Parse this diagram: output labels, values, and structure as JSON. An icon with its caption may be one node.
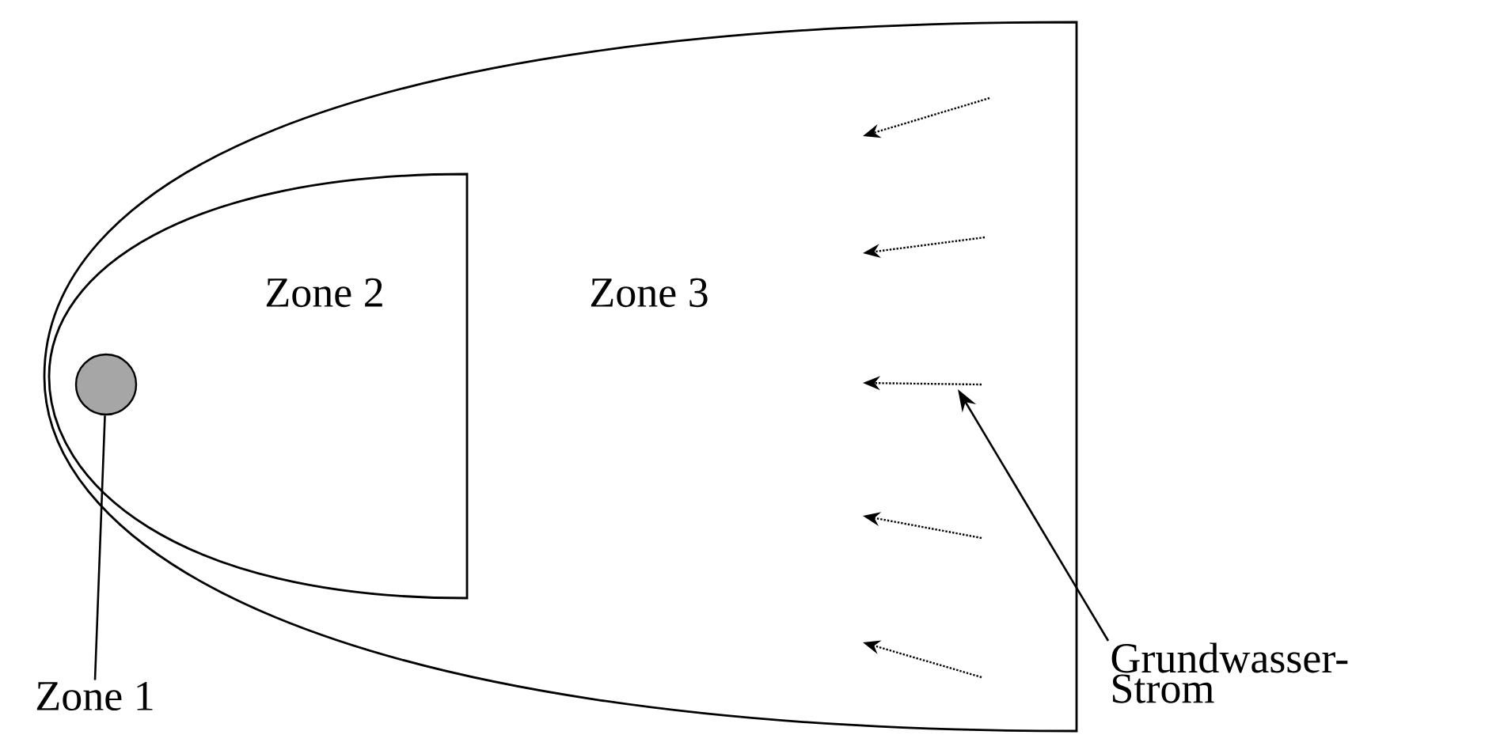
{
  "diagram": {
    "nodes": [
      {
        "text": [
          "Zone 3"
        ]
      },
      {
        "text": [
          "Zone 2"
        ],
        "in": 0
      },
      {
        "text": [],
        "shape": "circle",
        "in": 1
      },
      {
        "text": [
          "Zone 1"
        ]
      },
      {
        "text": [
          "Grundwasser- Strom"
        ]
      }
    ],
    "edges": [
      {
        "from": 3,
        "to": 2,
        "arrow": "none"
      },
      {
        "from": 4,
        "to": null,
        "arrow": "to"
      }
    ]
  }
}
